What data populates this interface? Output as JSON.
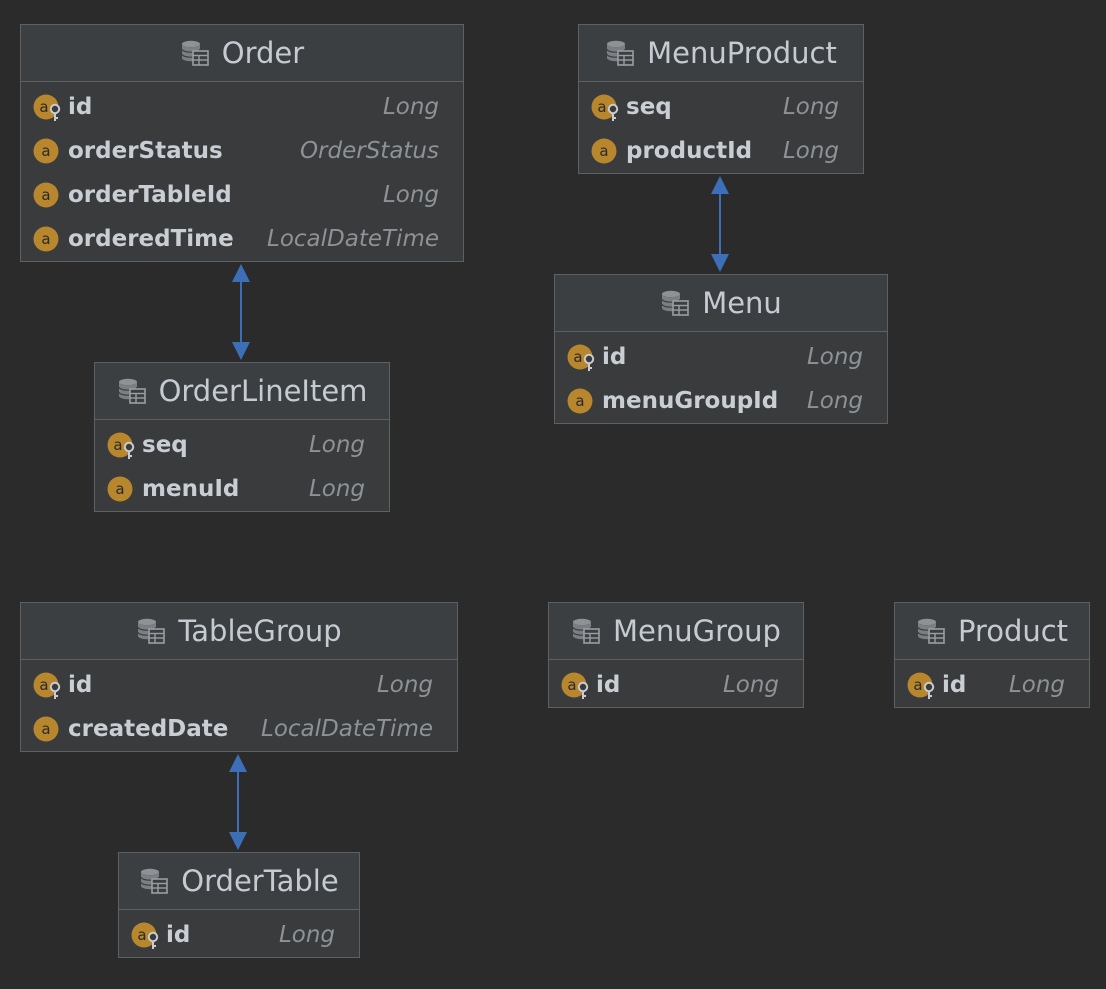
{
  "colors": {
    "background": "#2b2b2b",
    "entity_body": "#393b3d",
    "entity_header": "#3c3f41",
    "border": "#5e6163",
    "field_icon": "#b8862c",
    "key_icon": "#c9ccd0",
    "arrow": "#3d6fb8"
  },
  "icons": {
    "entity": "database-table-icon",
    "field": "attribute-icon",
    "key_field": "primary-key-attribute-icon"
  },
  "entities": {
    "order": {
      "name": "Order",
      "fields": [
        {
          "name": "id",
          "type": "Long",
          "key": true
        },
        {
          "name": "orderStatus",
          "type": "OrderStatus",
          "key": false
        },
        {
          "name": "orderTableId",
          "type": "Long",
          "key": false
        },
        {
          "name": "orderedTime",
          "type": "LocalDateTime",
          "key": false
        }
      ]
    },
    "menu_product": {
      "name": "MenuProduct",
      "fields": [
        {
          "name": "seq",
          "type": "Long",
          "key": true
        },
        {
          "name": "productId",
          "type": "Long",
          "key": false
        }
      ]
    },
    "menu": {
      "name": "Menu",
      "fields": [
        {
          "name": "id",
          "type": "Long",
          "key": true
        },
        {
          "name": "menuGroupId",
          "type": "Long",
          "key": false
        }
      ]
    },
    "order_line_item": {
      "name": "OrderLineItem",
      "fields": [
        {
          "name": "seq",
          "type": "Long",
          "key": true
        },
        {
          "name": "menuId",
          "type": "Long",
          "key": false
        }
      ]
    },
    "table_group": {
      "name": "TableGroup",
      "fields": [
        {
          "name": "id",
          "type": "Long",
          "key": true
        },
        {
          "name": "createdDate",
          "type": "LocalDateTime",
          "key": false
        }
      ]
    },
    "menu_group": {
      "name": "MenuGroup",
      "fields": [
        {
          "name": "id",
          "type": "Long",
          "key": true
        }
      ]
    },
    "product": {
      "name": "Product",
      "fields": [
        {
          "name": "id",
          "type": "Long",
          "key": true
        }
      ]
    },
    "order_table": {
      "name": "OrderTable",
      "fields": [
        {
          "name": "id",
          "type": "Long",
          "key": true
        }
      ]
    }
  },
  "relations": [
    {
      "from": "Order",
      "to": "OrderLineItem",
      "direction": "bidirectional"
    },
    {
      "from": "MenuProduct",
      "to": "Menu",
      "direction": "bidirectional"
    },
    {
      "from": "TableGroup",
      "to": "OrderTable",
      "direction": "bidirectional"
    }
  ]
}
